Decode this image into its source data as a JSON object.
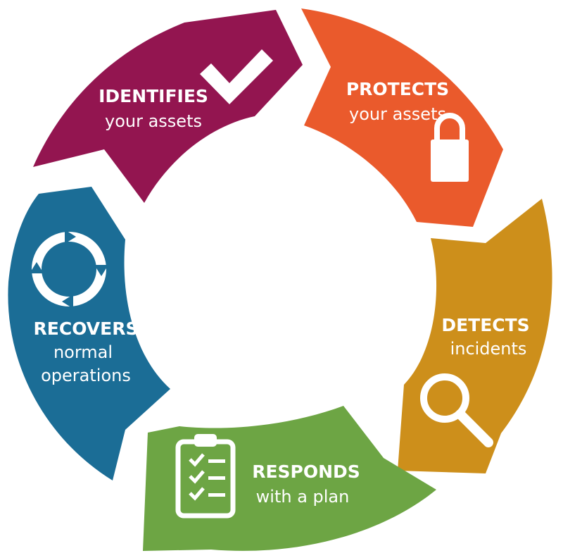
{
  "stages": [
    {
      "title": "IDENTIFIES",
      "subtitle": "your assets",
      "icon": "checkmark-icon",
      "color": "#931550"
    },
    {
      "title": "PROTECTS",
      "subtitle": "your assets",
      "icon": "padlock-icon",
      "color": "#ea5a2c"
    },
    {
      "title": "DETECTS",
      "subtitle": "incidents",
      "icon": "magnifier-icon",
      "color": "#cd8f1b"
    },
    {
      "title": "RESPONDS",
      "subtitle": "with a plan",
      "icon": "clipboard-checklist-icon",
      "color": "#6da544"
    },
    {
      "title": "RECOVERS",
      "subtitle": [
        "normal",
        "operations"
      ],
      "icon": "cycle-arrows-icon",
      "color": "#1b6d96"
    }
  ]
}
